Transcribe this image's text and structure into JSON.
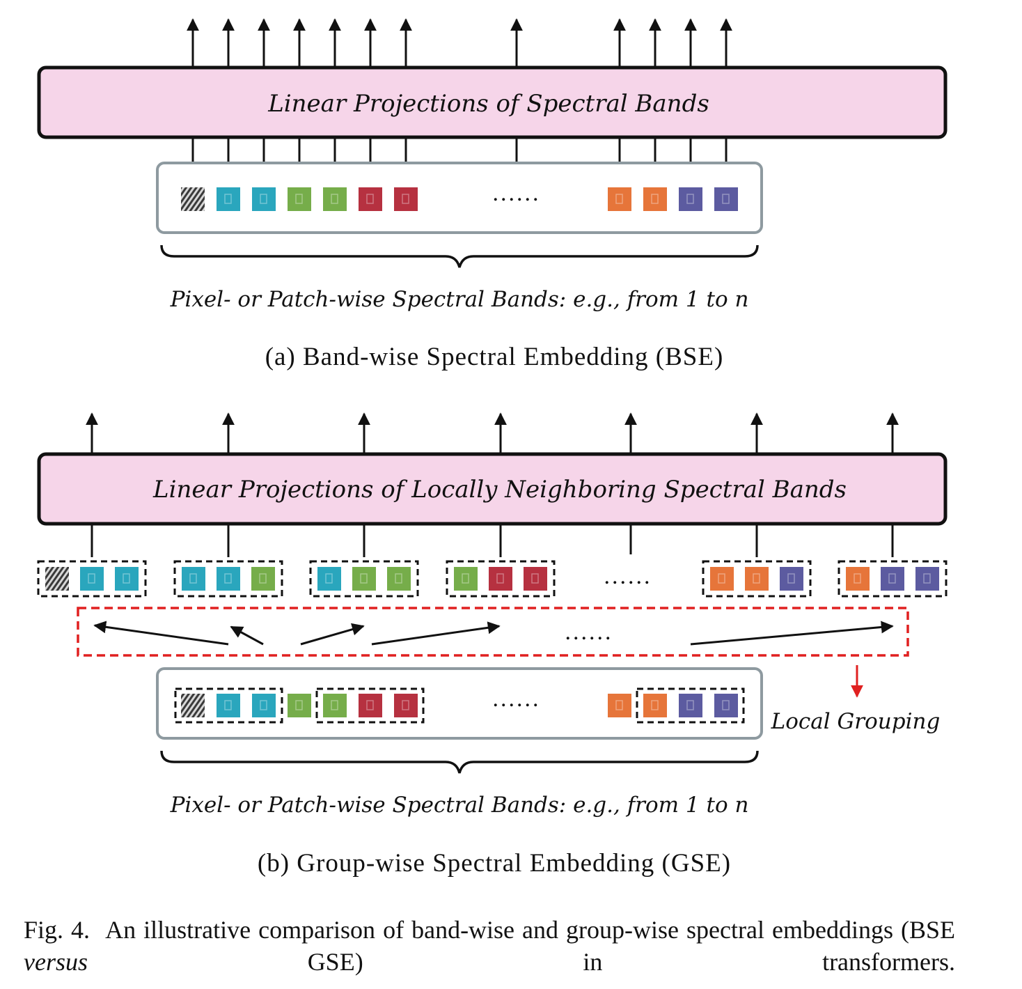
{
  "panel_a": {
    "projection_label": "Linear Projections of Spectral Bands",
    "bands_label": "Pixel- or Patch-wise Spectral Bands: e.g., from 1 to n",
    "ellipsis": "......",
    "caption": "(a) Band-wise Spectral Embedding (BSE)",
    "tokens": [
      "image",
      "cyan",
      "cyan",
      "green",
      "green",
      "red",
      "red",
      "gap",
      "orange",
      "orange",
      "purple",
      "purple"
    ]
  },
  "panel_b": {
    "projection_label": "Linear Projections of Locally Neighboring Spectral Bands",
    "bands_label": "Pixel- or Patch-wise Spectral Bands: e.g., from 1 to n",
    "ellipsis_groups": "......",
    "ellipsis_arrows": "......",
    "ellipsis_bottom": "......",
    "grouping_label": "Local Grouping",
    "caption": "(b) Group-wise Spectral Embedding (GSE)",
    "groups": [
      [
        "image",
        "cyan",
        "cyan"
      ],
      [
        "cyan",
        "cyan",
        "green"
      ],
      [
        "cyan",
        "green",
        "green"
      ],
      [
        "green",
        "red",
        "red"
      ],
      [
        "orange",
        "orange",
        "purple"
      ],
      [
        "orange",
        "purple",
        "purple"
      ]
    ],
    "bottom_tokens": [
      "image",
      "cyan",
      "cyan",
      "green",
      "green",
      "red",
      "red",
      "gap",
      "orange",
      "orange",
      "purple",
      "purple"
    ]
  },
  "figure": {
    "label": "Fig. 4.",
    "caption_before": "An illustrative comparison of band-wise and group-wise spectral embeddings (BSE",
    "caption_italic": "versus",
    "caption_after": "GSE) in transformers."
  },
  "colors": {
    "projection_fill": "#f6d5e9",
    "cyan": "#2aa6bd",
    "green": "#76ad4a",
    "red": "#b63140",
    "orange": "#e6753a",
    "purple": "#5c5ba0",
    "container_border": "#8e9aa0",
    "grouping_red": "#e02020"
  }
}
